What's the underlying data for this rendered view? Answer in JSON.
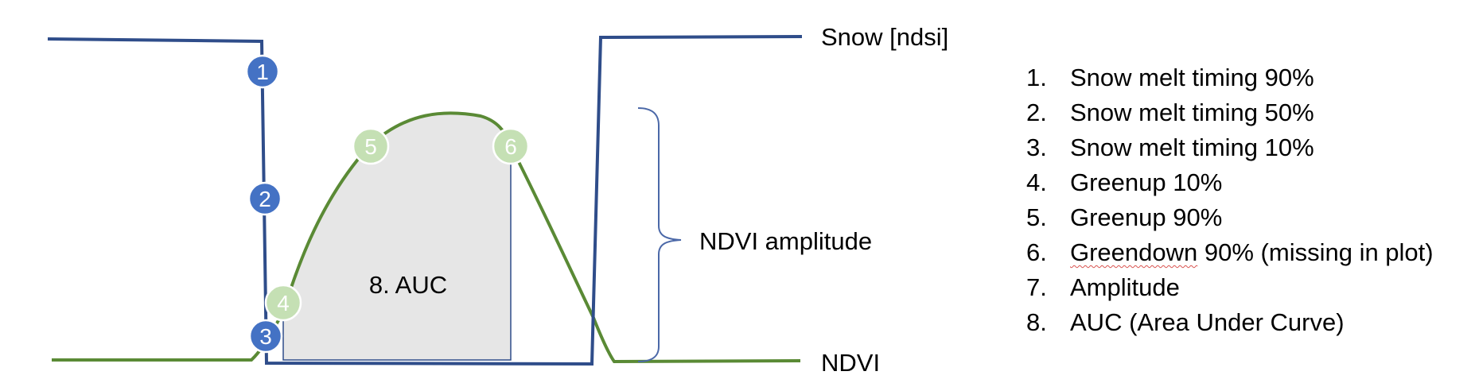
{
  "colors": {
    "snow": "#2f4d8a",
    "ndvi": "#5a8a35",
    "snow_marker_fill": "#4472c4",
    "ndvi_marker_fill": "#c5e0b4",
    "auc_fill": "#e6e6e6",
    "brace": "#4b68a8",
    "spell_underline": "#d9534f"
  },
  "diagram": {
    "snow_label": "Snow [ndsi]",
    "ndvi_label": "NDVI",
    "auc_label": "8. AUC",
    "amplitude_label": "NDVI amplitude",
    "markers": [
      "1",
      "2",
      "3",
      "4",
      "5",
      "6"
    ]
  },
  "legend": [
    {
      "num": "1.",
      "text": "Snow melt timing 90%"
    },
    {
      "num": "2.",
      "text": "Snow melt timing 50%"
    },
    {
      "num": "3.",
      "text": "Snow melt timing 10%"
    },
    {
      "num": "4.",
      "text": "Greenup 10%"
    },
    {
      "num": "5.",
      "text": "Greenup 90%"
    },
    {
      "num": "6.",
      "flagged": "Greendown",
      "text": " 90% (missing in plot)"
    },
    {
      "num": "7.",
      "text": "Amplitude"
    },
    {
      "num": "8.",
      "text": "AUC (Area Under Curve)"
    }
  ]
}
